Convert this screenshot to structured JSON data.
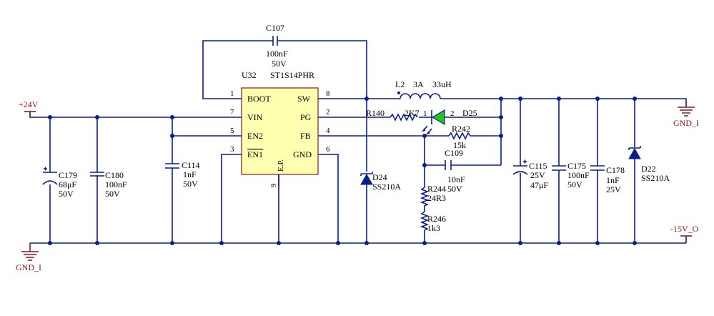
{
  "ic": {
    "ref": "U32",
    "part": "ST1S14PHR",
    "pins": {
      "boot": {
        "num": "1",
        "name": "BOOT"
      },
      "sw": {
        "num": "8",
        "name": "SW"
      },
      "vin": {
        "num": "7",
        "name": "VIN"
      },
      "pg": {
        "num": "2",
        "name": "PG"
      },
      "en2": {
        "num": "5",
        "name": "EN2"
      },
      "fb": {
        "num": "4",
        "name": "FB"
      },
      "en1": {
        "num": "3",
        "name": "EN1"
      },
      "gnd": {
        "num": "6",
        "name": "GND"
      },
      "ep": {
        "num": "9",
        "name": "E.P."
      }
    }
  },
  "components": {
    "c107": {
      "ref": "C107",
      "value": "100nF",
      "voltage": "50V"
    },
    "l2": {
      "ref": "L2",
      "current": "3A",
      "value": "33uH"
    },
    "r140": {
      "ref": "R140",
      "value": "2K7"
    },
    "d25": {
      "ref": "D25",
      "pin1": "1",
      "pin2": "2"
    },
    "r242": {
      "ref": "R242",
      "value": "15k"
    },
    "c109": {
      "ref": "C109",
      "value": "10nF",
      "voltage": "50V"
    },
    "c179": {
      "ref": "C179",
      "value": "68μF",
      "voltage": "50V"
    },
    "c180": {
      "ref": "C180",
      "value": "100nF",
      "voltage": "50V"
    },
    "c114": {
      "ref": "C114",
      "value": "1nF",
      "voltage": "50V"
    },
    "d24": {
      "ref": "D24",
      "part": "SS210A"
    },
    "r244": {
      "ref": "R244",
      "value": "24R3"
    },
    "r246": {
      "ref": "R246",
      "value": "1k3"
    },
    "c115": {
      "ref": "C115",
      "voltage": "25V",
      "value": "47μF"
    },
    "c175": {
      "ref": "C175",
      "value": "100nF",
      "voltage": "50V"
    },
    "c178": {
      "ref": "C178",
      "value": "1nF",
      "voltage": "25V"
    },
    "d22": {
      "ref": "D22",
      "part": "SS210A"
    }
  },
  "nets": {
    "vin": "+24V",
    "gnd_left": "GND_I",
    "gnd_right": "GND_I",
    "out": "-15V_O"
  },
  "colors": {
    "wire": "#0a1d8f",
    "ic_fill": "#ffffb0",
    "net": "#8b1a1a",
    "led": "#1ec81e"
  }
}
